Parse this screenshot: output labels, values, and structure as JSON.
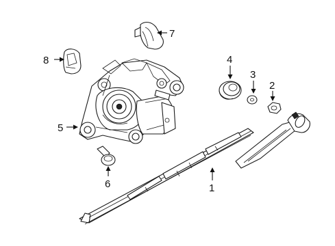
{
  "callouts": [
    {
      "id": "1",
      "label": "1",
      "part": "wiper-blade"
    },
    {
      "id": "2",
      "label": "2",
      "part": "nut"
    },
    {
      "id": "3",
      "label": "3",
      "part": "washer"
    },
    {
      "id": "4",
      "label": "4",
      "part": "grommet"
    },
    {
      "id": "5",
      "label": "5",
      "part": "wiper-motor"
    },
    {
      "id": "6",
      "label": "6",
      "part": "mounting-bolt"
    },
    {
      "id": "7",
      "label": "7",
      "part": "upper-cap"
    },
    {
      "id": "8",
      "label": "8",
      "part": "side-cap"
    }
  ]
}
